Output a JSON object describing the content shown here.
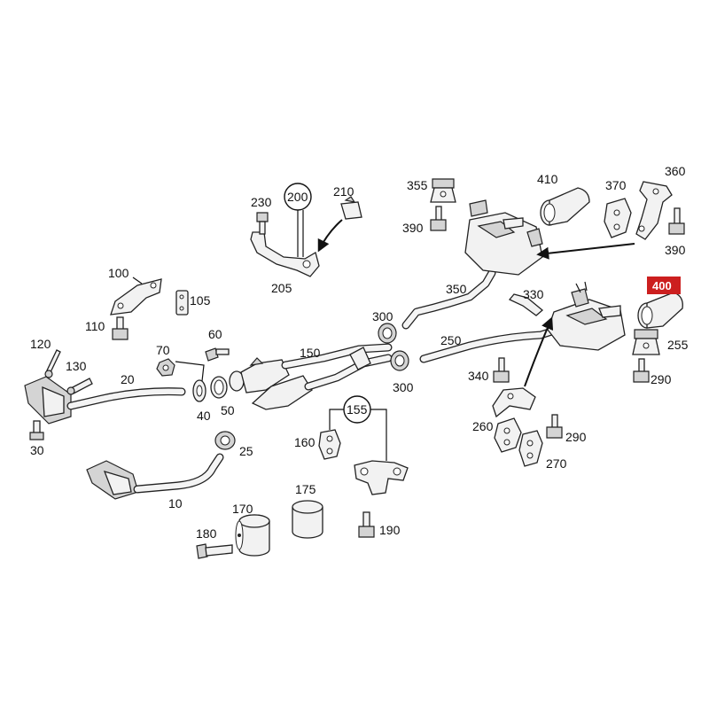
{
  "labels": {
    "l10": "10",
    "l20": "20",
    "l25": "25",
    "l30": "30",
    "l40": "40",
    "l50": "50",
    "l60": "60",
    "l70": "70",
    "l100": "100",
    "l105": "105",
    "l110": "110",
    "l120": "120",
    "l130": "130",
    "l150": "150",
    "l155": "155",
    "l160": "160",
    "l170": "170",
    "l175": "175",
    "l180": "180",
    "l190": "190",
    "l200": "200",
    "l205": "205",
    "l210": "210",
    "l230": "230",
    "l250": "250",
    "l255": "255",
    "l260": "260",
    "l270": "270",
    "l290a": "290",
    "l290b": "290",
    "l300a": "300",
    "l300b": "300",
    "l330": "330",
    "l340": "340",
    "l350": "350",
    "l355": "355",
    "l360": "360",
    "l370": "370",
    "l390a": "390",
    "l390b": "390",
    "l400": "400",
    "l410": "410"
  },
  "colors": {
    "highlight": "#cc1f1f",
    "line": "#222222",
    "part_fill": "#f2f2f2"
  }
}
